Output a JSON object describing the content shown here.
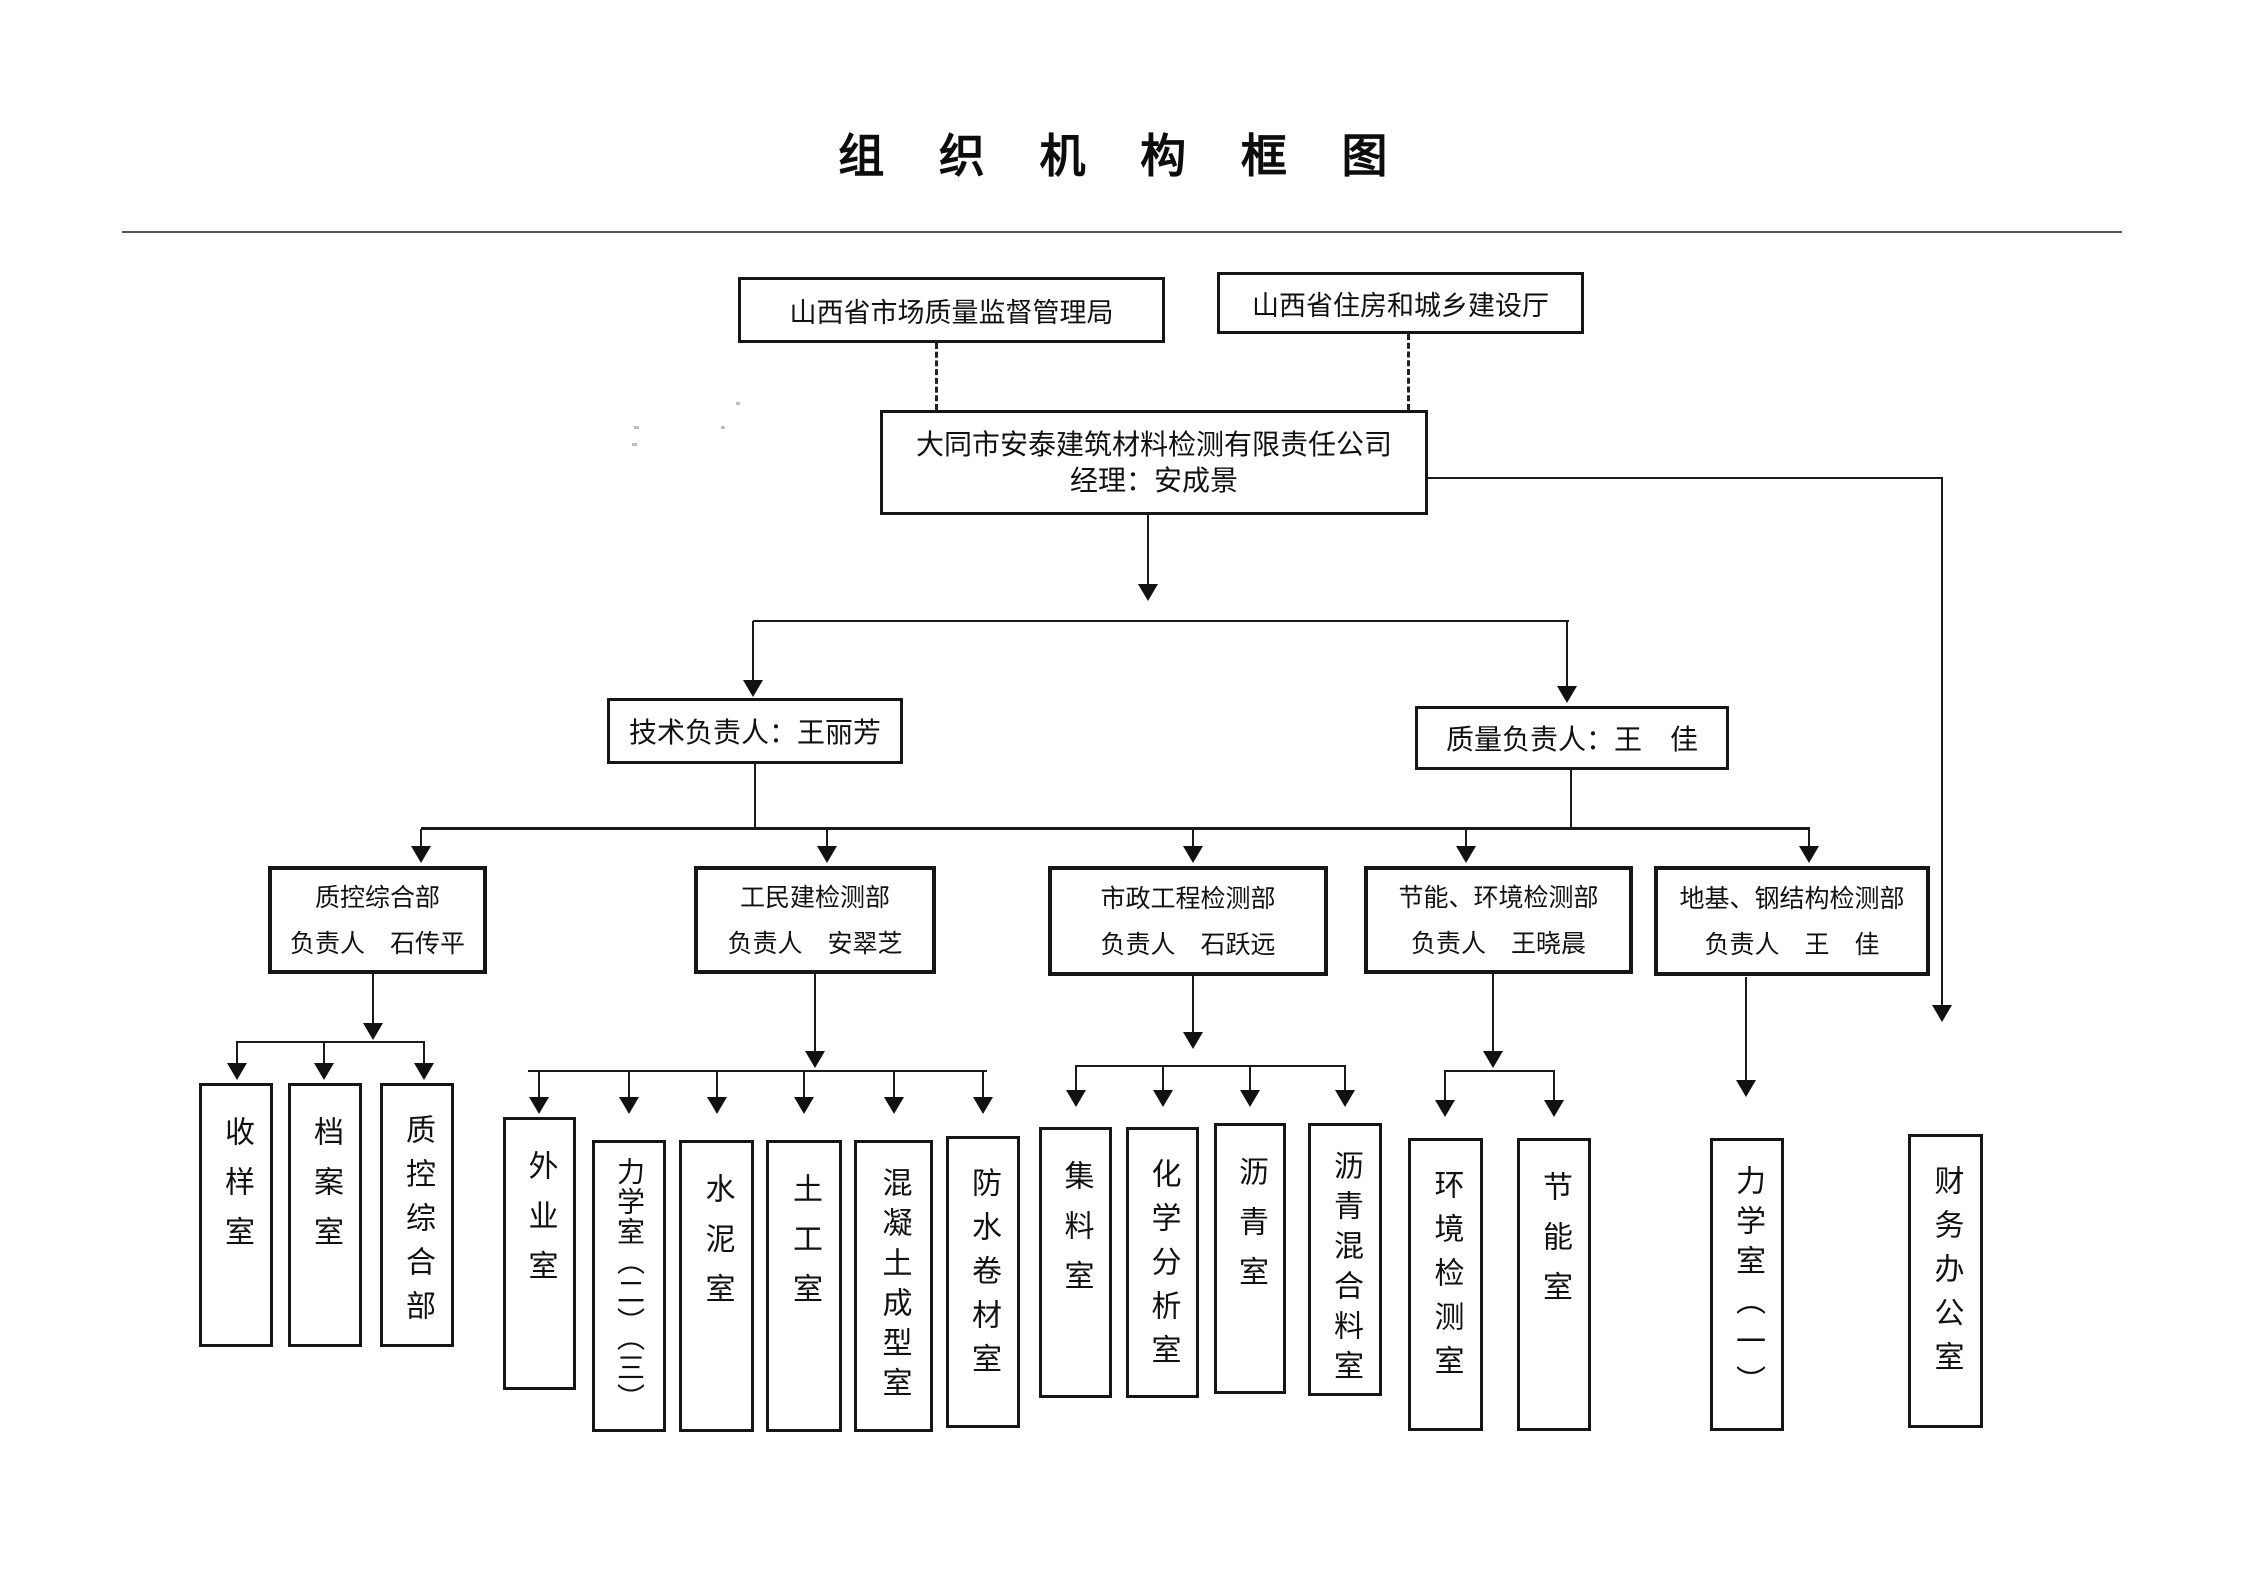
{
  "title": "组 织 机 构 框 图",
  "level1": {
    "left": "山西省市场质量监督管理局",
    "right": "山西省住房和城乡建设厅"
  },
  "company": {
    "name": "大同市安泰建筑材料检测有限责任公司",
    "manager_line": "经理：安成景"
  },
  "level2": {
    "technical": "技术负责人：王丽芳",
    "quality": "质量负责人：王　佳"
  },
  "departments": [
    {
      "name": "质控综合部",
      "head_line": "负责人　石传平"
    },
    {
      "name": "工民建检测部",
      "head_line": "负责人　安翠芝"
    },
    {
      "name": "市政工程检测部",
      "head_line": "负责人　石跃远"
    },
    {
      "name": "节能、环境检测部",
      "head_line": "负责人　王晓晨"
    },
    {
      "name": "地基、钢结构检测部",
      "head_line": "负责人　王　佳"
    }
  ],
  "rooms": {
    "qc": [
      "收样室",
      "档案室",
      "质控综合部"
    ],
    "gmj": [
      "外业室",
      "力学室（二）（三）",
      "水泥室",
      "土工室",
      "混凝土成型室",
      "防水卷材室"
    ],
    "sz": [
      "集料室",
      "化学分析室",
      "沥青室",
      "沥青混合料室"
    ],
    "jn": [
      "环境检测室",
      "节能室"
    ],
    "dj": [
      "力学室（一）"
    ],
    "finance": "财务办公室"
  }
}
